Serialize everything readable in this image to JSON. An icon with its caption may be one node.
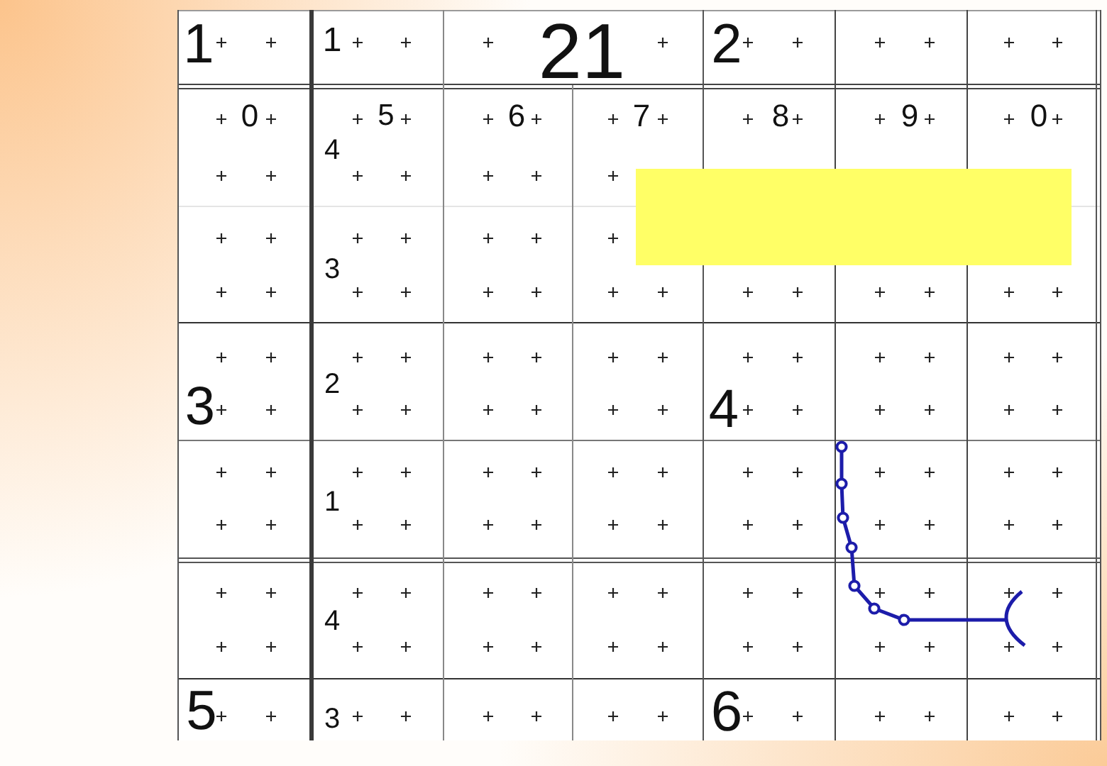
{
  "diagram": {
    "labels": [
      "1",
      "1",
      "21",
      "2",
      "0",
      "5",
      "6",
      "7",
      "8",
      "9",
      "0",
      "4",
      "3",
      "3",
      "2",
      "4",
      "1",
      "4",
      "5",
      "3",
      "6"
    ]
  }
}
